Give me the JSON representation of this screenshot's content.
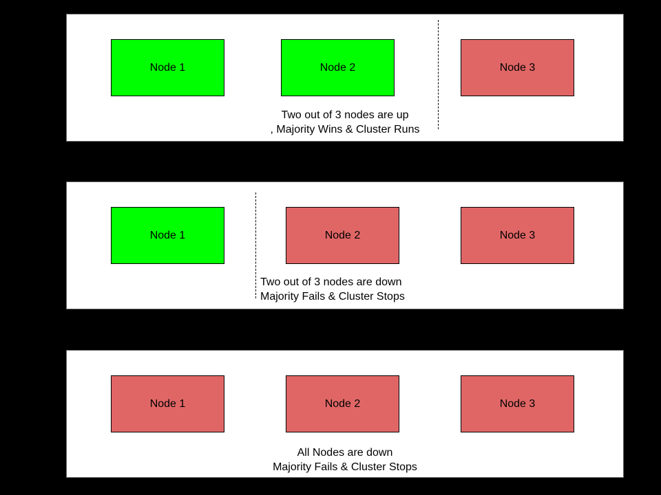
{
  "colors": {
    "up": "#00ff00",
    "down": "#e06666",
    "background": "#000000",
    "panel_fill": "#ffffff",
    "node_border": "#000000",
    "text": "#000000"
  },
  "panels": [
    {
      "name": "two-nodes-up",
      "nodes": [
        {
          "label": "Node 1",
          "status": "up"
        },
        {
          "label": "Node 2",
          "status": "up"
        },
        {
          "label": "Node 3",
          "status": "down"
        }
      ],
      "caption": [
        "Two out of 3 nodes are up",
        ", Majority Wins & Cluster Runs"
      ],
      "divider": "between Node 2 and Node 3"
    },
    {
      "name": "two-nodes-down",
      "nodes": [
        {
          "label": "Node 1",
          "status": "up"
        },
        {
          "label": "Node 2",
          "status": "down"
        },
        {
          "label": "Node 3",
          "status": "down"
        }
      ],
      "caption": [
        "Two out of 3 nodes are down",
        "Majority Fails & Cluster Stops"
      ],
      "divider": "between Node 1 and Node 2"
    },
    {
      "name": "all-nodes-down",
      "nodes": [
        {
          "label": "Node 1",
          "status": "down"
        },
        {
          "label": "Node 2",
          "status": "down"
        },
        {
          "label": "Node 3",
          "status": "down"
        }
      ],
      "caption": [
        "All Nodes are down",
        "Majority Fails & Cluster Stops"
      ],
      "divider": null
    }
  ]
}
